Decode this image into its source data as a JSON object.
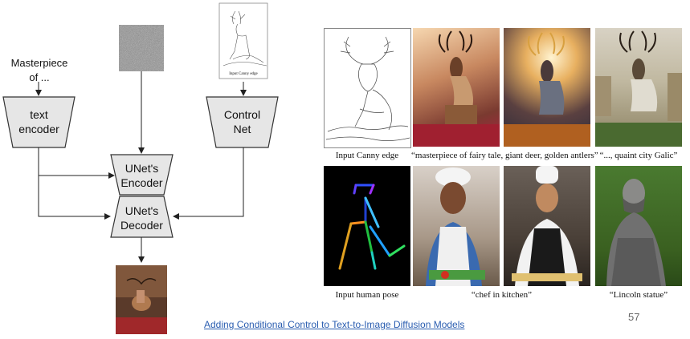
{
  "diagram": {
    "prompt_label": "Masterpiece\nof ...",
    "text_encoder_label": "text\nencoder",
    "controlnet_label": "Control\nNet",
    "unet_encoder_label": "UNet's\nEncoder",
    "unet_decoder_label": "UNet's\nDecoder",
    "canny_caption": "Input Canny edge",
    "node_fill": "#e6e6e6",
    "node_stroke": "#333333"
  },
  "gallery": {
    "captions": {
      "canny": "Input Canny edge",
      "fairy": "“masterpiece of fairy tale, giant deer, golden antlers”",
      "galic": "“..., quaint city Galic”",
      "pose": "Input human pose",
      "chef": "“chef in kitchen”",
      "lincoln": "“Lincoln statue”"
    }
  },
  "footer": {
    "link_text": "Adding Conditional Control to Text-to-Image Diffusion Models",
    "page_number": "57"
  }
}
